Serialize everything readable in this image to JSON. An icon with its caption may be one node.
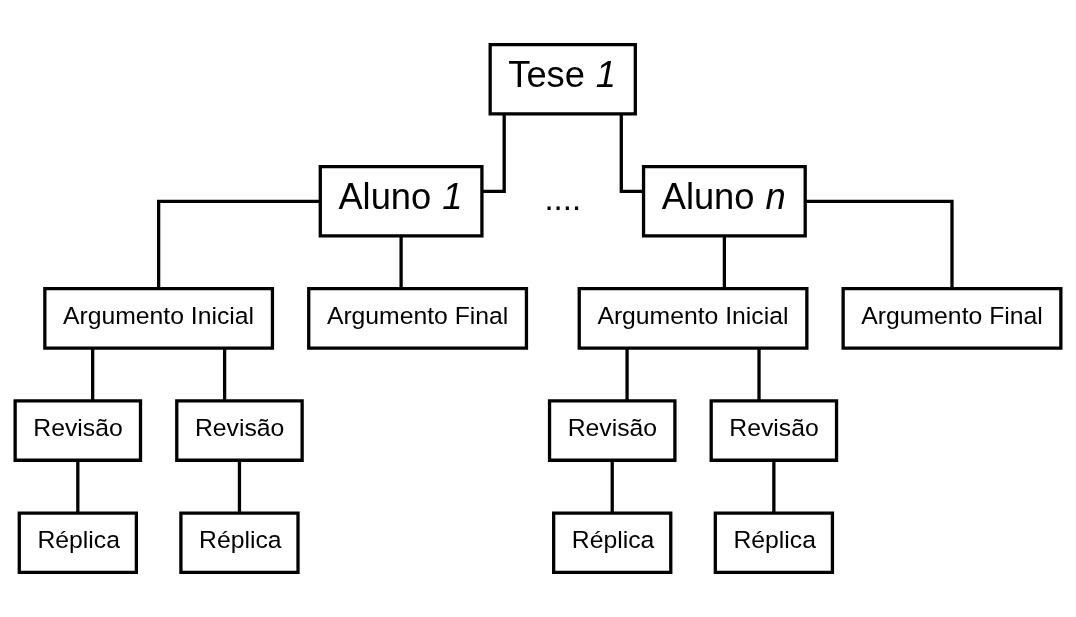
{
  "diagram": {
    "nodes": [
      {
        "text": [
          "Tese *1*"
        ]
      },
      {
        "text": [
          "Aluno *1*"
        ]
      },
      {
        "text": [
          "Aluno *n*"
        ]
      },
      {
        "text": [
          "Argumento Inicial"
        ]
      },
      {
        "text": [
          "Argumento Final"
        ]
      },
      {
        "text": [
          "Revisão"
        ]
      },
      {
        "text": [
          "Revisão"
        ]
      },
      {
        "text": [
          "Réplica"
        ]
      },
      {
        "text": [
          "Réplica"
        ]
      },
      {
        "text": [
          "Argumento Inicial"
        ]
      },
      {
        "text": [
          "Argumento Final"
        ]
      },
      {
        "text": [
          "Revisão"
        ]
      },
      {
        "text": [
          "Revisão"
        ]
      },
      {
        "text": [
          "Réplica"
        ]
      },
      {
        "text": [
          "Réplica"
        ]
      }
    ],
    "edges": [
      {
        "from": 0,
        "to": 1,
        "arrow": "none"
      },
      {
        "from": 0,
        "to": 2,
        "arrow": "none"
      },
      {
        "from": 1,
        "to": 3,
        "arrow": "none"
      },
      {
        "from": 1,
        "to": 4,
        "arrow": "none"
      },
      {
        "from": 3,
        "to": 5,
        "arrow": "none"
      },
      {
        "from": 3,
        "to": 6,
        "arrow": "none"
      },
      {
        "from": 5,
        "to": 7,
        "arrow": "none"
      },
      {
        "from": 6,
        "to": 8,
        "arrow": "none"
      },
      {
        "from": 2,
        "to": 9,
        "arrow": "none"
      },
      {
        "from": 2,
        "to": 10,
        "arrow": "none"
      },
      {
        "from": 9,
        "to": 11,
        "arrow": "none"
      },
      {
        "from": 9,
        "to": 12,
        "arrow": "none"
      },
      {
        "from": 11,
        "to": 13,
        "arrow": "none"
      },
      {
        "from": 12,
        "to": 14,
        "arrow": "none"
      }
    ],
    "labels": [
      "...."
    ]
  }
}
